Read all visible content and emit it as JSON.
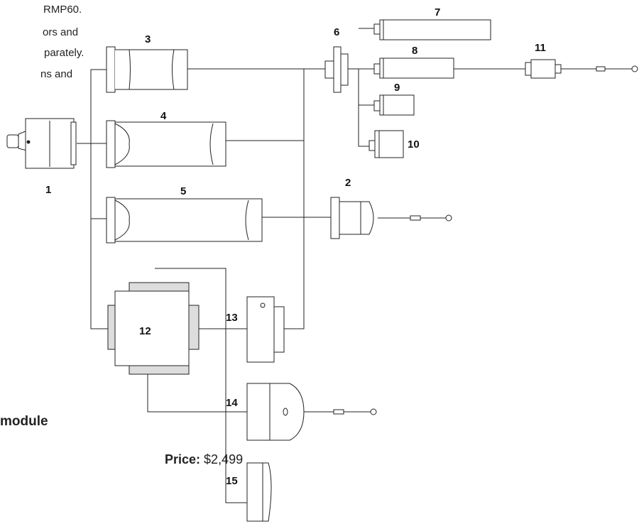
{
  "intro_lines": [
    "RMP60.",
    "ors and",
    "parately.",
    "ns and"
  ],
  "section_heading": "module",
  "price": {
    "label": "Price:",
    "value": "$2,499"
  },
  "callouts": {
    "c1": "1",
    "c2": "2",
    "c3": "3",
    "c4": "4",
    "c5": "5",
    "c6": "6",
    "c7": "7",
    "c8": "8",
    "c9": "9",
    "c10": "10",
    "c11": "11",
    "c12": "12",
    "c13": "13",
    "c14": "14",
    "c15": "15"
  }
}
